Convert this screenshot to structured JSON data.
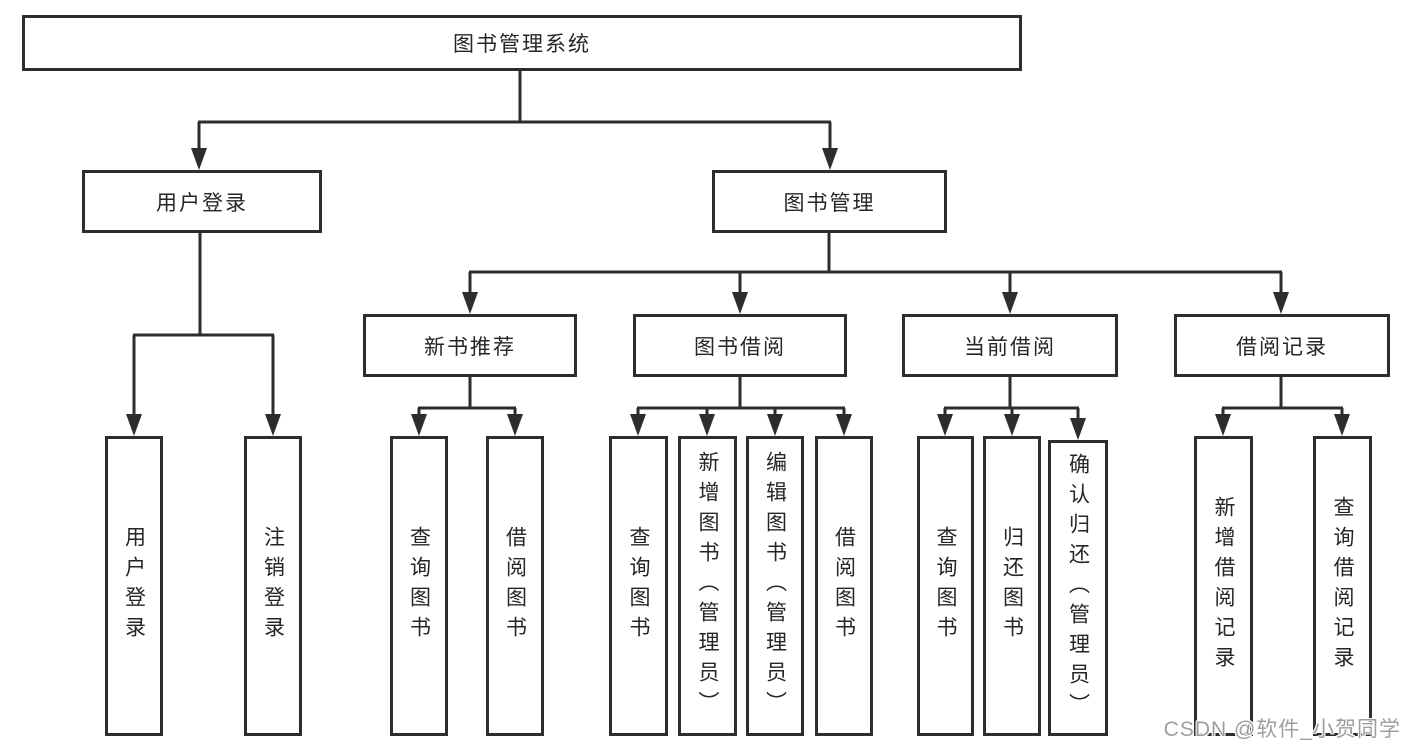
{
  "diagram": {
    "watermark": "CSDN @软件_小贺同学",
    "colors": {
      "line": "#2d2d2d",
      "box_border": "#2d2d2d",
      "box_background": "#ffffff",
      "text": "#262626",
      "page_background": "#ffffff",
      "watermark_text": "#9e9e9e"
    },
    "tree": {
      "root": {
        "label": "图书管理系统"
      },
      "branches": [
        {
          "label": "用户登录",
          "children": [
            {
              "label": "用户登录"
            },
            {
              "label": "注销登录"
            }
          ]
        },
        {
          "label": "图书管理",
          "children": [
            {
              "label": "新书推荐",
              "children": [
                {
                  "label": "查询图书"
                },
                {
                  "label": "借阅图书"
                }
              ]
            },
            {
              "label": "图书借阅",
              "children": [
                {
                  "label": "查询图书"
                },
                {
                  "label": "新增图书（管理员）"
                },
                {
                  "label": "编辑图书（管理员）"
                },
                {
                  "label": "借阅图书"
                }
              ]
            },
            {
              "label": "当前借阅",
              "children": [
                {
                  "label": "查询图书"
                },
                {
                  "label": "归还图书"
                },
                {
                  "label": "确认归还（管理员）"
                }
              ]
            },
            {
              "label": "借阅记录",
              "children": [
                {
                  "label": "新增借阅记录"
                },
                {
                  "label": "查询借阅记录"
                }
              ]
            }
          ]
        }
      ]
    }
  }
}
